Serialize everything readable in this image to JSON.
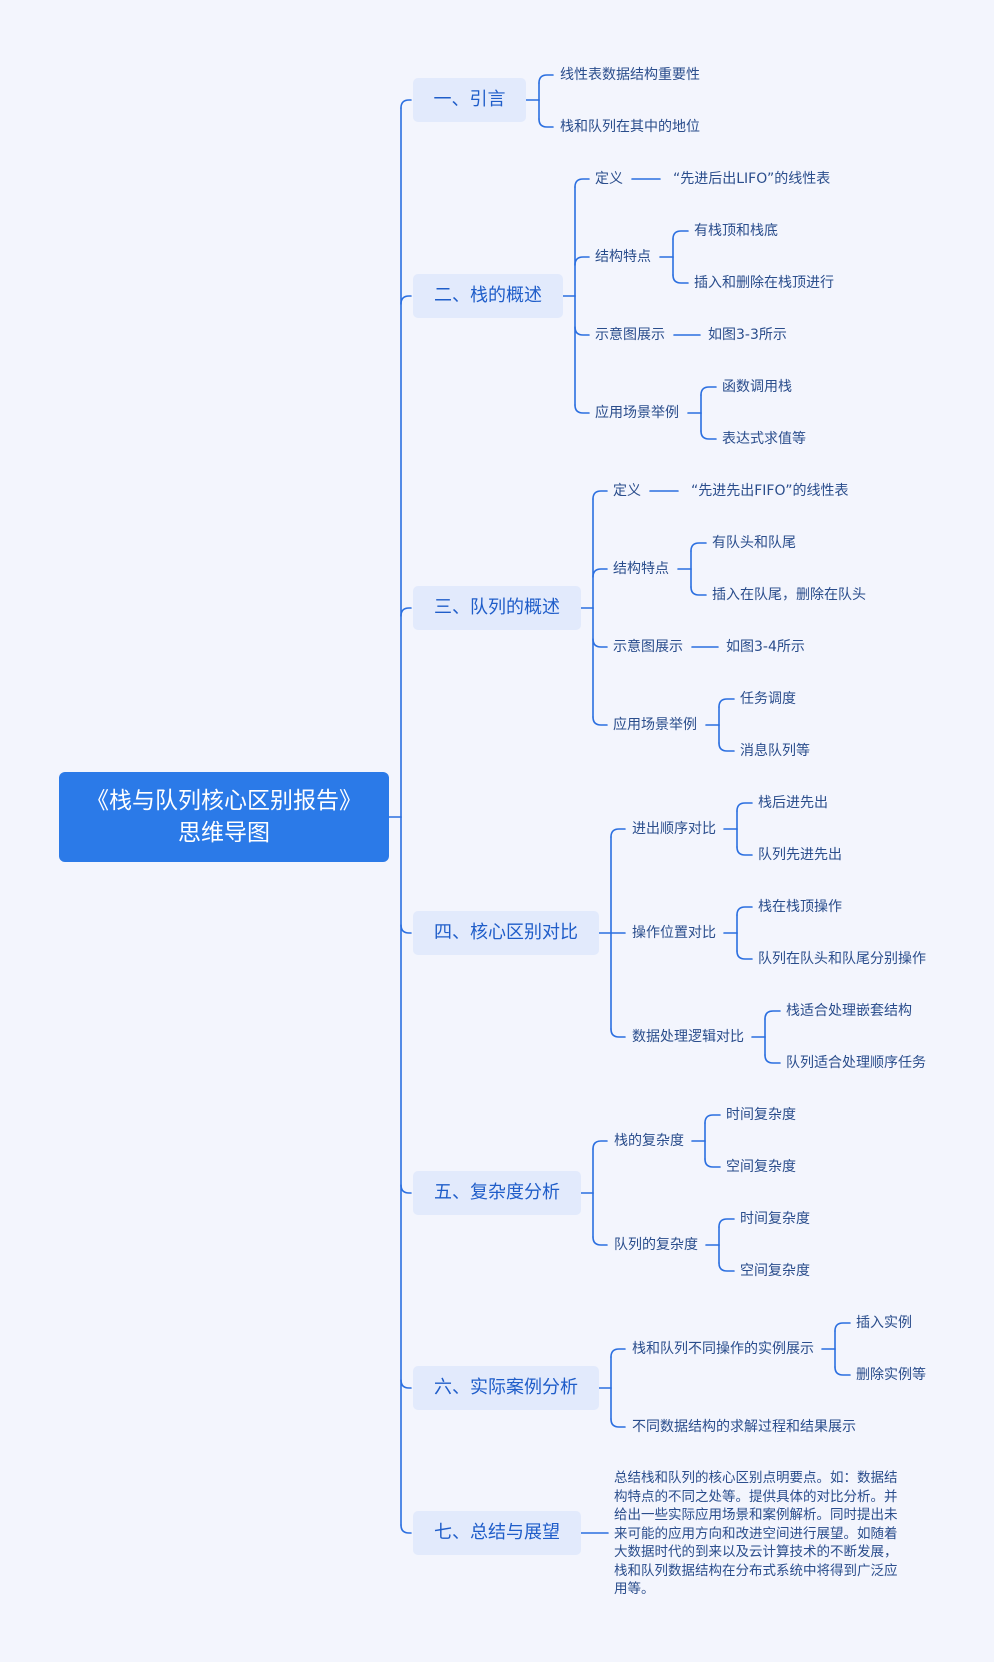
{
  "title": "《栈与队列核心区别报告》思维导图",
  "sections": [
    {
      "label": "一、引言",
      "children": [
        {
          "label": "线性表数据结构重要性"
        },
        {
          "label": "栈和队列在其中的地位"
        }
      ]
    },
    {
      "label": "二、栈的概述",
      "children": [
        {
          "label": "定义",
          "detail": "“先进后出LIFO”的线性表"
        },
        {
          "label": "结构特点",
          "children": [
            {
              "label": "有栈顶和栈底"
            },
            {
              "label": "插入和删除在栈顶进行"
            }
          ]
        },
        {
          "label": "示意图展示",
          "detail": "如图3-3所示"
        },
        {
          "label": "应用场景举例",
          "children": [
            {
              "label": "函数调用栈"
            },
            {
              "label": "表达式求值等"
            }
          ]
        }
      ]
    },
    {
      "label": "三、队列的概述",
      "children": [
        {
          "label": "定义",
          "detail": "“先进先出FIFO”的线性表"
        },
        {
          "label": "结构特点",
          "children": [
            {
              "label": "有队头和队尾"
            },
            {
              "label": "插入在队尾，删除在队头"
            }
          ]
        },
        {
          "label": "示意图展示",
          "detail": "如图3-4所示"
        },
        {
          "label": "应用场景举例",
          "children": [
            {
              "label": "任务调度"
            },
            {
              "label": "消息队列等"
            }
          ]
        }
      ]
    },
    {
      "label": "四、核心区别对比",
      "children": [
        {
          "label": "进出顺序对比",
          "children": [
            {
              "label": "栈后进先出"
            },
            {
              "label": "队列先进先出"
            }
          ]
        },
        {
          "label": "操作位置对比",
          "children": [
            {
              "label": "栈在栈顶操作"
            },
            {
              "label": "队列在队头和队尾分别操作"
            }
          ]
        },
        {
          "label": "数据处理逻辑对比",
          "children": [
            {
              "label": "栈适合处理嵌套结构"
            },
            {
              "label": "队列适合处理顺序任务"
            }
          ]
        }
      ]
    },
    {
      "label": "五、复杂度分析",
      "children": [
        {
          "label": "栈的复杂度",
          "children": [
            {
              "label": "时间复杂度"
            },
            {
              "label": "空间复杂度"
            }
          ]
        },
        {
          "label": "队列的复杂度",
          "children": [
            {
              "label": "时间复杂度"
            },
            {
              "label": "空间复杂度"
            }
          ]
        }
      ]
    },
    {
      "label": "六、实际案例分析",
      "children": [
        {
          "label": "栈和队列不同操作的实例展示",
          "children": [
            {
              "label": "插入实例"
            },
            {
              "label": "删除实例等"
            }
          ]
        },
        {
          "label": "不同数据结构的求解过程和结果展示"
        }
      ]
    },
    {
      "label": "七、总结与展望",
      "paragraph": "总结栈和队列的核心区别点明要点。如：数据结构特点的不同之处等。提供具体的对比分析。并给出一些实际应用场景和案例解析。同时提出未来可能的应用方向和改进空间进行展望。如随着大数据时代的到来以及云计算技术的不断发展，栈和队列数据结构在分布式系统中将得到广泛应用等。"
    }
  ],
  "colors": {
    "line": "#2b6fe0",
    "root_bg": "#2b7ae8",
    "section_bg": "#e2eafc",
    "section_text": "#1f5dc9",
    "text": "#2a4d8c",
    "page_bg": "#f3f5fd"
  }
}
